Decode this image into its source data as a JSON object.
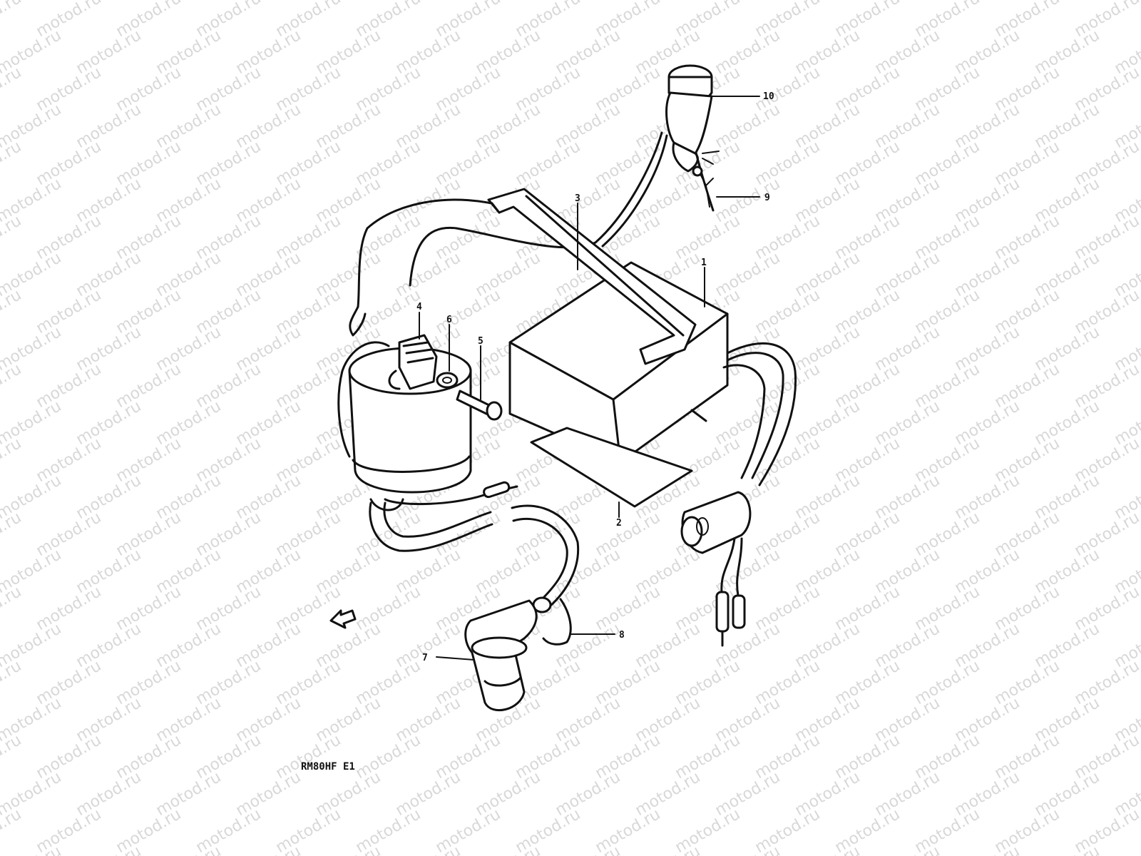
{
  "diagram": {
    "watermark_text": "motod.ru",
    "model_code": "RM80HF E1",
    "callouts": {
      "p1": "1",
      "p2": "2",
      "p3": "3",
      "p4": "4",
      "p5": "5",
      "p6": "6",
      "p7": "7",
      "p8": "8",
      "p9": "9",
      "p10": "10"
    }
  }
}
